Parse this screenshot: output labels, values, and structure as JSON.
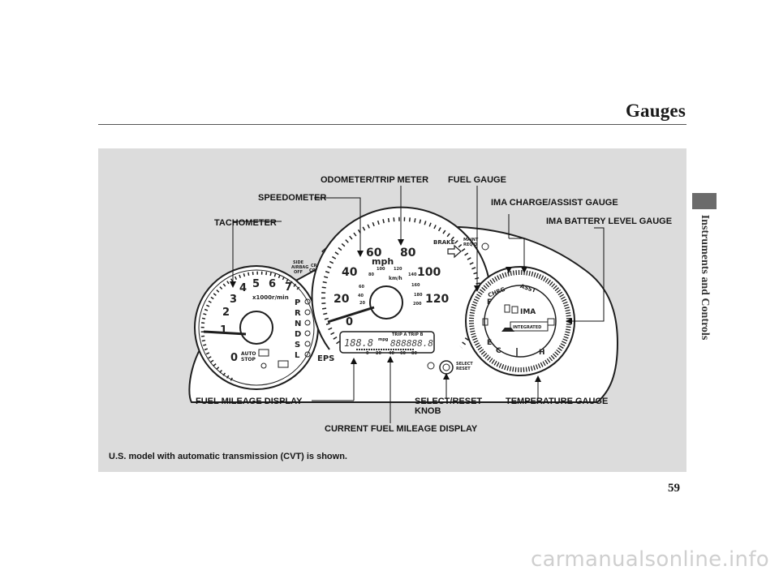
{
  "header": {
    "title": "Gauges"
  },
  "sidebar": {
    "tab_label": "Instruments and Controls"
  },
  "figure": {
    "callouts": {
      "odometer": "ODOMETER/TRIP METER",
      "fuel_gauge": "FUEL GAUGE",
      "speedometer": "SPEEDOMETER",
      "ima_charge": "IMA CHARGE/ASSIST GAUGE",
      "tachometer": "TACHOMETER",
      "ima_battery": "IMA BATTERY LEVEL GAUGE",
      "fuel_mileage": "FUEL MILEAGE DISPLAY",
      "select_reset_line1": "SELECT/RESET",
      "select_reset_line2": "KNOB",
      "temperature": "TEMPERATURE GAUGE",
      "current_mileage": "CURRENT FUEL MILEAGE DISPLAY"
    },
    "caption": "U.S. model with automatic transmission (CVT) is shown.",
    "cluster": {
      "tach_unit": "x1000r/min",
      "tach_numbers": [
        "0",
        "1",
        "2",
        "3",
        "4",
        "5",
        "6",
        "7"
      ],
      "gear_letters": [
        "P",
        "R",
        "N",
        "D",
        "S",
        "L"
      ],
      "speed_unit": "mph",
      "speed_numbers": [
        "0",
        "20",
        "40",
        "60",
        "80",
        "100",
        "120"
      ],
      "kmh_unit": "km/h",
      "kmh_numbers": [
        "20",
        "40",
        "60",
        "80",
        "100",
        "120",
        "140",
        "160",
        "180",
        "200"
      ],
      "mpg_unit": "mpg",
      "mpg_digits": "188.8",
      "odo_digits": "888888.8",
      "trip_label": "TRIP A TRIP B",
      "scale_numbers": [
        "0",
        "20",
        "40",
        "60",
        "80"
      ],
      "brake_label": "BRAKE",
      "maint_label1": "MAINT",
      "maint_label2": "REQ'D",
      "cruise_label1": "CRUISE",
      "cruise_label2": "CONTROL",
      "side_airbag1": "SIDE",
      "side_airbag2": "AIRBAG",
      "side_airbag3": "OFF",
      "auto_stop1": "AUTO",
      "auto_stop2": "STOP",
      "eps_label": "EPS",
      "select_label1": "SELECT",
      "select_label2": "RESET",
      "chrg_label": "CHRG",
      "asst_label": "ASST",
      "ima_label": "IMA",
      "integrated_label": "INTEGRATED",
      "fuel_f": "F",
      "fuel_e": "E",
      "temp_c": "C",
      "temp_h": "H"
    }
  },
  "page": {
    "number": "59"
  },
  "watermark": "carmanualsonline.info"
}
